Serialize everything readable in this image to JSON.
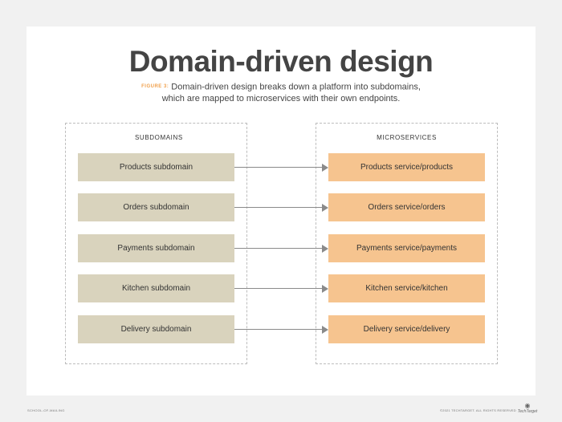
{
  "title": "Domain-driven design",
  "subtitle": {
    "figure_label": "FIGURE 3:",
    "line1": "Domain-driven design breaks down a platform into subdomains,",
    "line2": "which are mapped to microservices with their own endpoints."
  },
  "left_panel": {
    "heading": "SUBDOMAINS",
    "items": [
      "Products subdomain",
      "Orders subdomain",
      "Payments subdomain",
      "Kitchen subdomain",
      "Delivery subdomain"
    ]
  },
  "right_panel": {
    "heading": "MICROSERVICES",
    "items": [
      "Products service/products",
      "Orders service/orders",
      "Payments service/payments",
      "Kitchen service/kitchen",
      "Delivery service/delivery"
    ]
  },
  "footer": {
    "left": "SCHOOL-OF-MAILING",
    "right": "©2021 TECHTARGET. ALL RIGHTS RESERVED",
    "logo": "TechTarget"
  },
  "colors": {
    "subdomain_box": "#d9d3bd",
    "service_box": "#f6c48f",
    "figure_label": "#f0a04b",
    "arrow": "#8a8a8a"
  },
  "icons": {
    "arrow": "right-arrow-icon",
    "logo": "techtarget-eye-icon"
  }
}
